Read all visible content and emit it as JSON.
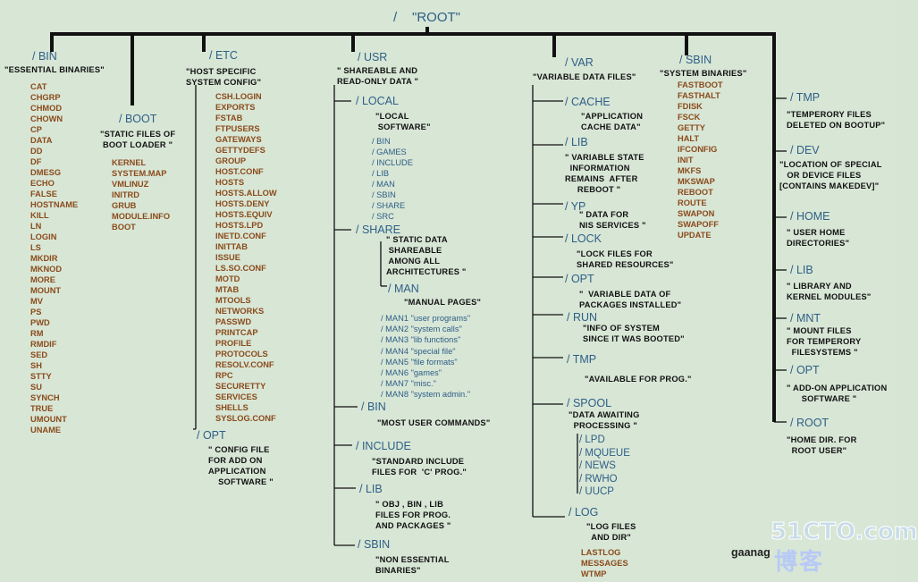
{
  "root": {
    "slash": "/",
    "label": "\"ROOT\""
  },
  "bin": {
    "label": "/ BIN",
    "desc": "\"ESSENTIAL BINARIES\"",
    "files": [
      "CAT",
      "CHGRP",
      "CHMOD",
      "CHOWN",
      "CP",
      "DATA",
      "DD",
      "DF",
      "DMESG",
      "ECHO",
      "FALSE",
      "HOSTNAME",
      "KILL",
      "LN",
      "LOGIN",
      "LS",
      "MKDIR",
      "MKNOD",
      "MORE",
      "MOUNT",
      "MV",
      "PS",
      "PWD",
      "RM",
      "RMDIF",
      "SED",
      "SH",
      "STTY",
      "SU",
      "SYNCH",
      "TRUE",
      "UMOUNT",
      "UNAME"
    ]
  },
  "boot": {
    "label": "/ BOOT",
    "desc": "\"STATIC FILES OF\nBOOT LOADER \"",
    "files": [
      "KERNEL",
      "SYSTEM.MAP",
      "VMLINUZ",
      "INITRD",
      "GRUB",
      "MODULE.INFO",
      "BOOT"
    ]
  },
  "etc": {
    "label": "/ ETC",
    "desc": "\"HOST SPECIFIC\nSYSTEM CONFIG\"",
    "files": [
      "CSH.LOGIN",
      "EXPORTS",
      "FSTAB",
      "FTPUSERS",
      "GATEWAYS",
      "GETTYDEFS",
      "GROUP",
      "HOST.CONF",
      "HOSTS",
      "HOSTS.ALLOW",
      "HOSTS.DENY",
      "HOSTS.EQUIV",
      "HOSTS.LPD",
      "INETD.CONF",
      "INITTAB",
      "ISSUE",
      "LS.SO.CONF",
      "MOTD",
      "MTAB",
      "MTOOLS",
      "NETWORKS",
      "PASSWD",
      "PRINTCAP",
      "PROFILE",
      "PROTOCOLS",
      "RESOLV.CONF",
      "RPC",
      "SECURETTY",
      "SERVICES",
      "SHELLS",
      "SYSLOG.CONF"
    ],
    "opt": {
      "label": "/ OPT",
      "desc": "\" CONFIG FILE\nFOR ADD ON\nAPPLICATION\n    SOFTWARE \""
    }
  },
  "usr": {
    "label": "/ USR",
    "desc": "\" SHAREABLE AND\nREAD-ONLY DATA \"",
    "local": {
      "label": "/ LOCAL",
      "desc": "\"LOCAL\n SOFTWARE\"",
      "subs": [
        "/ BIN",
        "/ GAMES",
        "/ INCLUDE",
        "/ LIB",
        "/ MAN",
        "/ SBIN",
        "/ SHARE",
        "/ SRC"
      ]
    },
    "share": {
      "label": "/ SHARE",
      "desc": "\" STATIC DATA\n SHAREABLE\n AMONG ALL\nARCHITECTURES \""
    },
    "man": {
      "label": "/ MAN",
      "desc": "\"MANUAL PAGES\"",
      "items": [
        "/ MAN1 \"user programs\"",
        "/ MAN2 \"system calls\"",
        "/ MAN3 \"lib functions\"",
        "/ MAN4 \"special file\"",
        "/ MAN5 \"file formats\"",
        "/ MAN6 \"games\"",
        "/ MAN7 \"misc.\"",
        "/ MAN8 \"system admin.\""
      ]
    },
    "bin": {
      "label": "/ BIN",
      "desc": "\"MOST USER COMMANDS\""
    },
    "include": {
      "label": "/ INCLUDE",
      "desc": "\"STANDARD INCLUDE\nFILES FOR  'C' PROG.\""
    },
    "lib": {
      "label": "/ LIB",
      "desc": "\" OBJ , BIN , LIB\nFILES FOR PROG.\nAND PACKAGES \""
    },
    "sbin": {
      "label": "/ SBIN",
      "desc": "\"NON ESSENTIAL\nBINARIES\""
    }
  },
  "var": {
    "label": "/ VAR",
    "desc": "\"VARIABLE DATA FILES\"",
    "cache": {
      "label": "/ CACHE",
      "desc": "\"APPLICATION\nCACHE DATA\""
    },
    "lib": {
      "label": "/ LIB",
      "desc": "\" VARIABLE STATE\n  INFORMATION\nREMAINS  AFTER\n     REBOOT \""
    },
    "yp": {
      "label": "/ YP",
      "desc": "\" DATA FOR\nNIS SERVICES \""
    },
    "lock": {
      "label": "/ LOCK",
      "desc": "\"LOCK FILES FOR\nSHARED RESOURCES\""
    },
    "opt": {
      "label": "/ OPT",
      "desc": "\"  VARIABLE DATA OF\nPACKAGES INSTALLED\""
    },
    "run": {
      "label": "/ RUN",
      "desc": "\"INFO OF SYSTEM\nSINCE IT WAS BOOTED\""
    },
    "tmp": {
      "label": "/ TMP",
      "desc": "\"AVAILABLE FOR PROG.\""
    },
    "spool": {
      "label": "/ SPOOL",
      "desc": "\"DATA AWAITING\n  PROCESSING \"",
      "subs": [
        "/ LPD",
        "/ MQUEUE",
        "/ NEWS",
        "/ RWHO",
        "/ UUCP"
      ]
    },
    "log": {
      "label": "/ LOG",
      "desc": "\"LOG FILES\n  AND DIR\"",
      "files": [
        "LASTLOG",
        "MESSAGES",
        "WTMP"
      ]
    }
  },
  "sbin": {
    "label": "/ SBIN",
    "desc": "\"SYSTEM BINARIES\"",
    "files": [
      "FASTBOOT",
      "FASTHALT",
      "FDISK",
      "FSCK",
      "GETTY",
      "HALT",
      "IFCONFIG",
      "INIT",
      "MKFS",
      "MKSWAP",
      "REBOOT",
      "ROUTE",
      "SWAPON",
      "SWAPOFF",
      "UPDATE"
    ]
  },
  "right": [
    {
      "label": "/ TMP",
      "desc": "\"TEMPERORY FILES\nDELETED ON BOOTUP\""
    },
    {
      "label": "/ DEV",
      "desc": "\"LOCATION OF SPECIAL\n   OR DEVICE FILES\n[CONTAINS MAKEDEV]\""
    },
    {
      "label": "/ HOME",
      "desc": "\" USER HOME\nDIRECTORIES\""
    },
    {
      "label": "/ LIB",
      "desc": "\" LIBRARY AND\nKERNEL MODULES\""
    },
    {
      "label": "/ MNT",
      "desc": "\" MOUNT FILES\nFOR TEMPERORY\n  FILESYSTEMS \""
    },
    {
      "label": "/ OPT",
      "desc": "\" ADD-ON APPLICATION\n      SOFTWARE \""
    },
    {
      "label": "/ ROOT",
      "desc": "\"HOME DIR. FOR\n  ROOT USER\""
    }
  ],
  "watermark": {
    "site": "51CTO.com",
    "cn": "博客",
    "user": "gaanag"
  },
  "colors": {
    "background": "#d8e6d6",
    "dir": "#2d5f86",
    "file": "#8a4b1a",
    "line": "#111111"
  }
}
